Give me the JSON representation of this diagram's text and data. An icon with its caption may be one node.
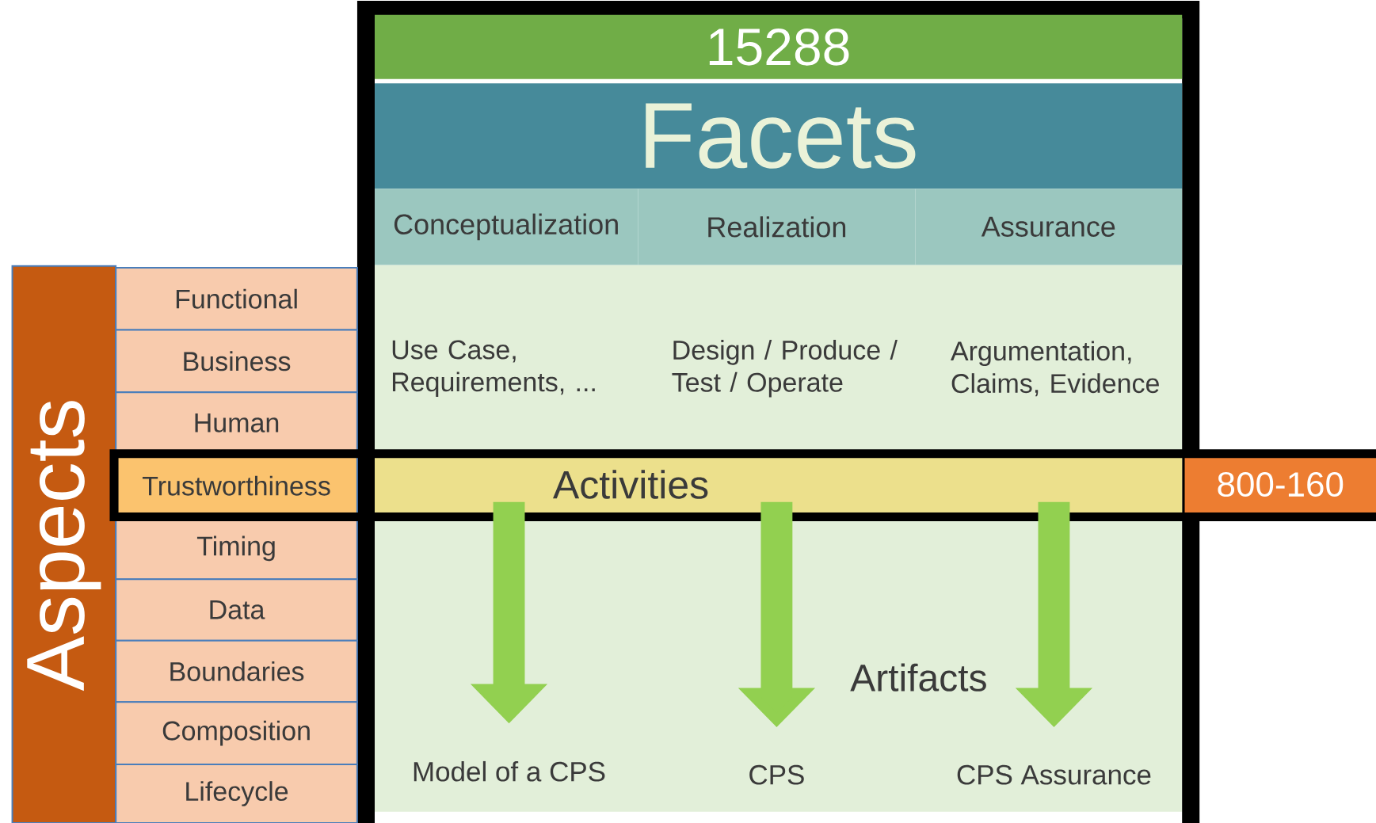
{
  "diagram": {
    "nodes": [
      {
        "text": [
          "15288"
        ]
      },
      {
        "text": [
          "Facets"
        ]
      },
      {
        "text": [
          "Conceptualization"
        ]
      },
      {
        "text": [
          "Realization"
        ]
      },
      {
        "text": [
          "Assurance"
        ]
      },
      {
        "text": [
          "Aspects"
        ]
      },
      {
        "text": [
          "Functional"
        ]
      },
      {
        "text": [
          "Business"
        ]
      },
      {
        "text": [
          "Human"
        ]
      },
      {
        "text": [
          "Trustworthiness"
        ]
      },
      {
        "text": [
          "Timing"
        ]
      },
      {
        "text": [
          "Data"
        ]
      },
      {
        "text": [
          "Boundaries"
        ]
      },
      {
        "text": [
          "Composition"
        ]
      },
      {
        "text": [
          "Lifecycle"
        ]
      },
      {
        "text": [
          "Activities"
        ]
      },
      {
        "text": [
          "800-160"
        ]
      },
      {
        "text": [
          "Model of a CPS"
        ]
      },
      {
        "text": [
          "CPS"
        ]
      },
      {
        "text": [
          "CPS Assurance"
        ]
      }
    ],
    "edges": [
      {
        "from": 15,
        "to": 17,
        "arrow": "to"
      },
      {
        "from": 15,
        "to": 18,
        "arrow": "to"
      },
      {
        "from": 15,
        "to": 19,
        "arrow": "to"
      }
    ],
    "labels": [
      "Use Case, Requirements, ...",
      "Design / Produce / Test / Operate",
      "Argumentation, Claims, Evidence",
      "Artifacts"
    ]
  }
}
